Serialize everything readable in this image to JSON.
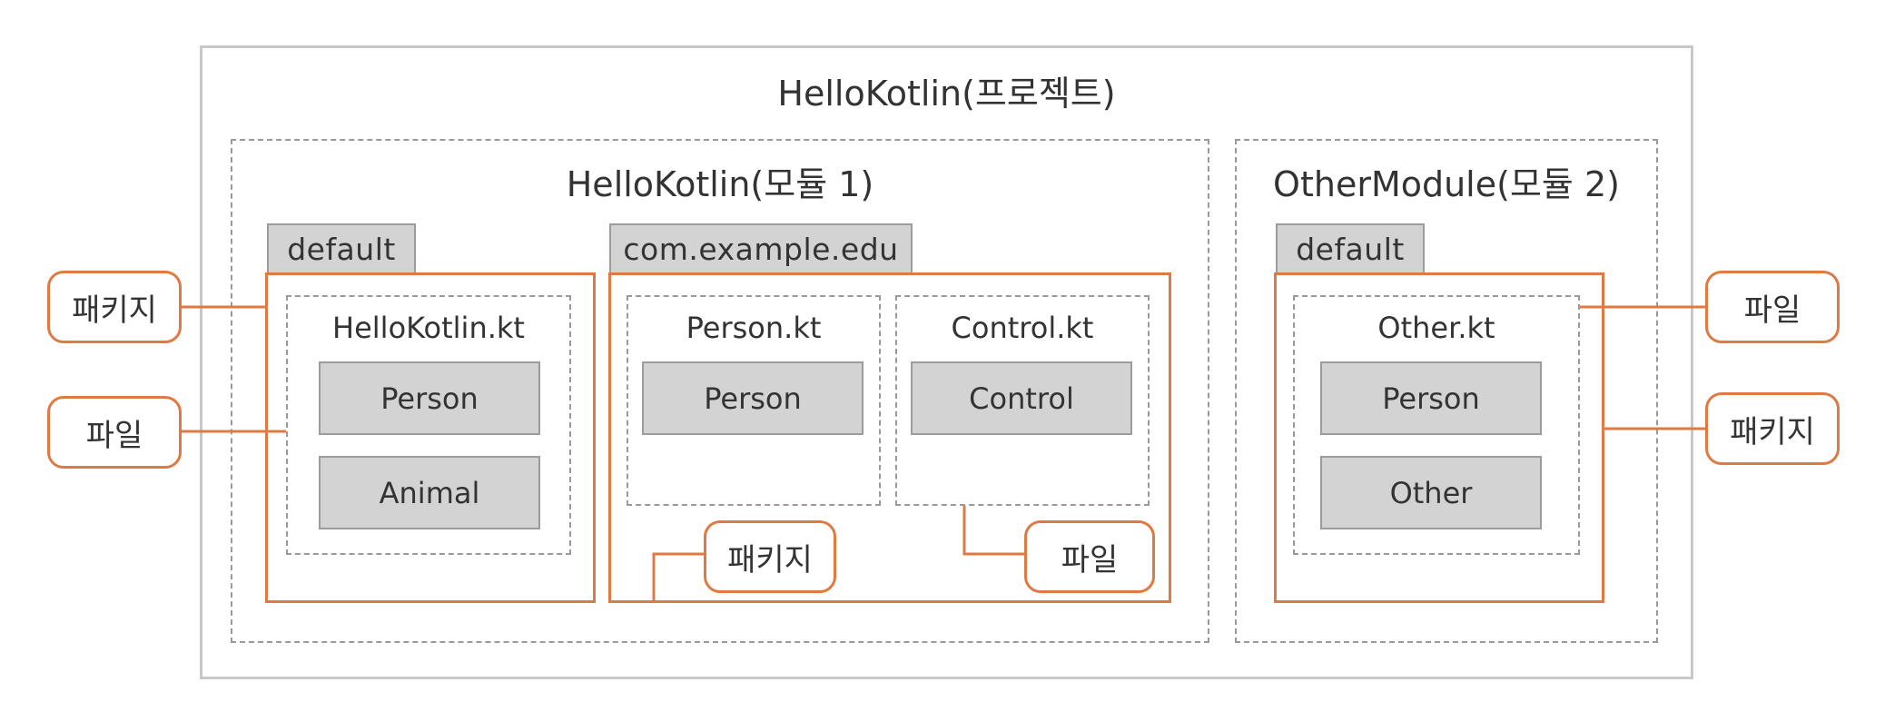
{
  "project": {
    "title": "HelloKotlin(프로젝트)"
  },
  "module1": {
    "title": "HelloKotlin(모듈 1)",
    "packages": [
      {
        "name": "default",
        "files": [
          {
            "name": "HelloKotlin.kt",
            "classes": [
              "Person",
              "Animal"
            ]
          }
        ]
      },
      {
        "name": "com.example.edu",
        "files": [
          {
            "name": "Person.kt",
            "classes": [
              "Person"
            ]
          },
          {
            "name": "Control.kt",
            "classes": [
              "Control"
            ]
          }
        ]
      }
    ]
  },
  "module2": {
    "title": "OtherModule(모듈 2)",
    "packages": [
      {
        "name": "default",
        "files": [
          {
            "name": "Other.kt",
            "classes": [
              "Person",
              "Other"
            ]
          }
        ]
      }
    ]
  },
  "callouts": {
    "package_left": "패키지",
    "file_left": "파일",
    "package_bottom": "패키지",
    "file_bottom": "파일",
    "file_right": "파일",
    "package_right": "패키지"
  },
  "colors": {
    "accent": "#e07a45",
    "dashed": "#9a9a9a",
    "class_fill": "#d3d3d3"
  }
}
